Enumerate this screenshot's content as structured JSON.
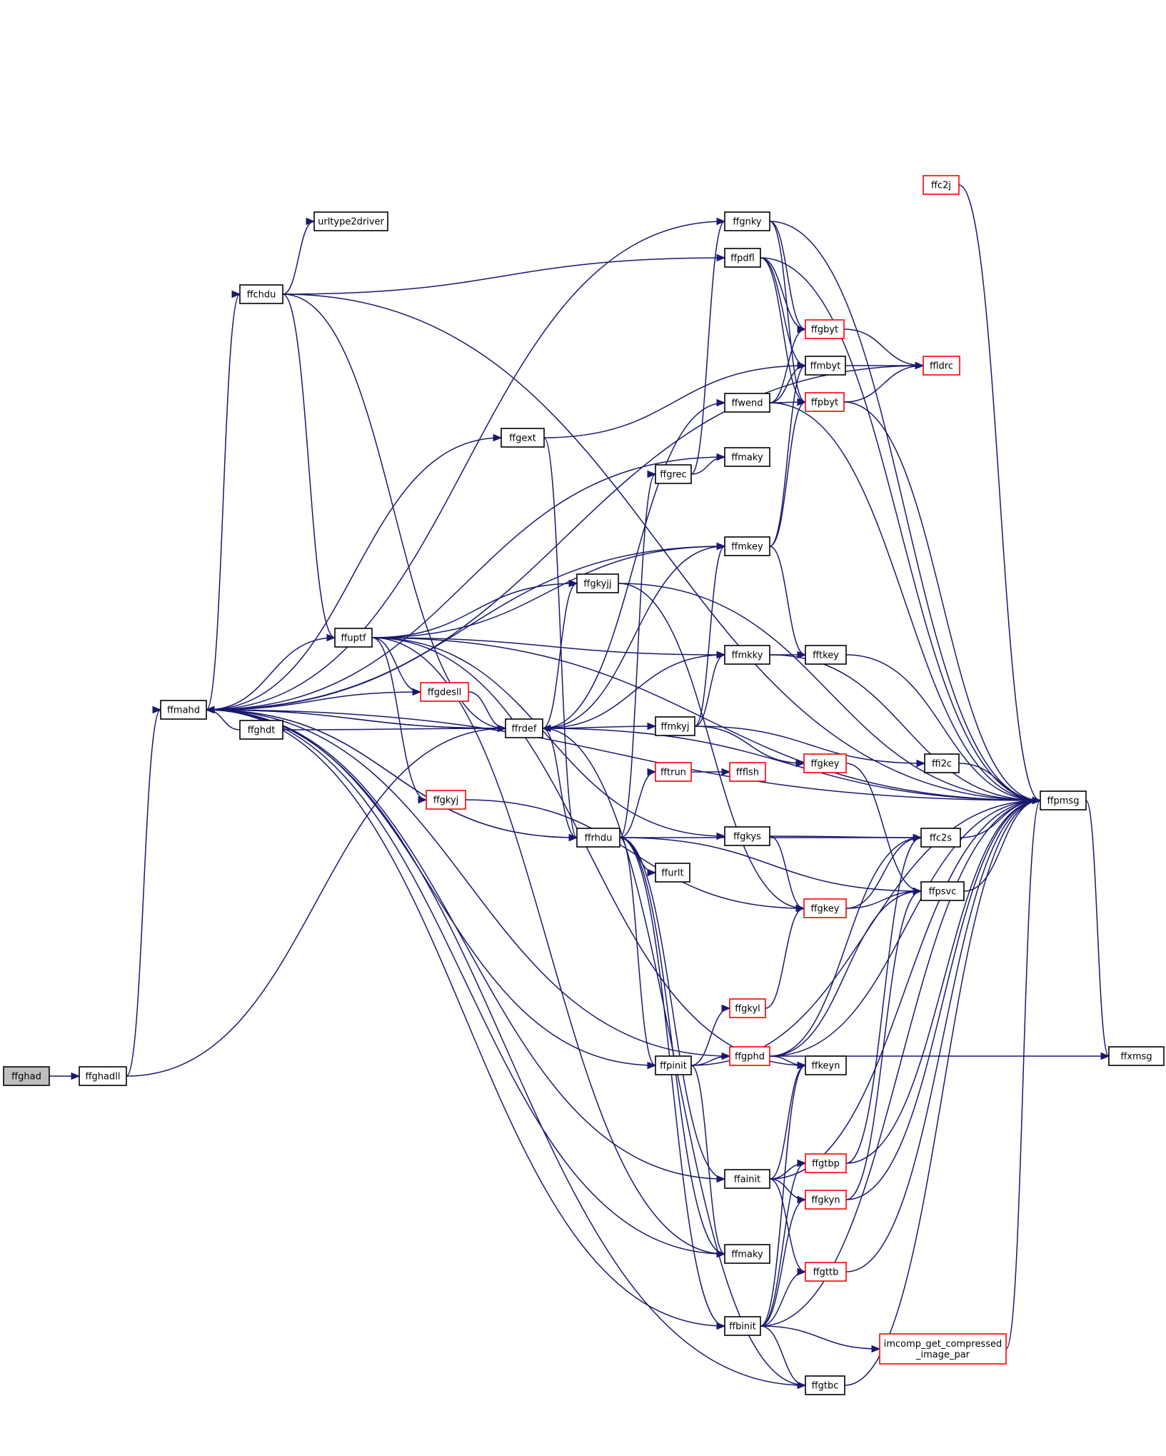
{
  "graph": {
    "nodes": [
      {
        "id": "ffghad",
        "lines": [
          "ffghad"
        ],
        "border": "black",
        "fill": "#bfbfbf"
      },
      {
        "id": "ffghadll",
        "lines": [
          "ffghadll"
        ],
        "border": "black"
      },
      {
        "id": "ffmahd",
        "lines": [
          "ffmahd"
        ],
        "border": "black"
      },
      {
        "id": "ffghdt",
        "lines": [
          "ffghdt"
        ],
        "border": "black"
      },
      {
        "id": "ffchdu",
        "lines": [
          "ffchdu"
        ],
        "border": "black"
      },
      {
        "id": "urltype2driver",
        "lines": [
          "urltype2driver"
        ],
        "border": "black"
      },
      {
        "id": "ffuptf",
        "lines": [
          "ffuptf"
        ],
        "border": "black"
      },
      {
        "id": "ffgdesll",
        "lines": [
          "ffgdesll"
        ],
        "border": "red"
      },
      {
        "id": "ffgkyj",
        "lines": [
          "ffgkyj"
        ],
        "border": "red"
      },
      {
        "id": "ffgext",
        "lines": [
          "ffgext"
        ],
        "border": "black"
      },
      {
        "id": "ffrdef",
        "lines": [
          "ffrdef"
        ],
        "border": "black"
      },
      {
        "id": "ffgkyjj",
        "lines": [
          "ffgkyjj"
        ],
        "border": "black"
      },
      {
        "id": "ffrhdu",
        "lines": [
          "ffrhdu"
        ],
        "border": "black"
      },
      {
        "id": "ffgrec",
        "lines": [
          "ffgrec"
        ],
        "border": "black"
      },
      {
        "id": "ffwend",
        "lines": [
          "ffwend"
        ],
        "border": "black"
      },
      {
        "id": "ffmaky_a",
        "lines": [
          "ffmaky"
        ],
        "border": "black"
      },
      {
        "id": "ffmkey",
        "lines": [
          "ffmkey"
        ],
        "border": "black"
      },
      {
        "id": "ffgnky",
        "lines": [
          "ffgnky"
        ],
        "border": "black"
      },
      {
        "id": "ffpdfl",
        "lines": [
          "ffpdfl"
        ],
        "border": "black"
      },
      {
        "id": "ffmkky",
        "lines": [
          "ffmkky"
        ],
        "border": "black"
      },
      {
        "id": "ffmkyj",
        "lines": [
          "ffmkyj"
        ],
        "border": "black"
      },
      {
        "id": "fftrun",
        "lines": [
          "fftrun"
        ],
        "border": "red"
      },
      {
        "id": "ffflsh",
        "lines": [
          "ffflsh"
        ],
        "border": "red"
      },
      {
        "id": "ffgkys",
        "lines": [
          "ffgkys"
        ],
        "border": "black"
      },
      {
        "id": "ffurlt",
        "lines": [
          "ffurlt"
        ],
        "border": "black"
      },
      {
        "id": "ffpinit",
        "lines": [
          "ffpinit"
        ],
        "border": "black"
      },
      {
        "id": "ffgkyl",
        "lines": [
          "ffgkyl"
        ],
        "border": "red"
      },
      {
        "id": "ffgphd",
        "lines": [
          "ffgphd"
        ],
        "border": "red"
      },
      {
        "id": "ffainit",
        "lines": [
          "ffainit"
        ],
        "border": "black"
      },
      {
        "id": "ffmaky_b",
        "lines": [
          "ffmaky"
        ],
        "border": "black"
      },
      {
        "id": "ffbinit",
        "lines": [
          "ffbinit"
        ],
        "border": "black"
      },
      {
        "id": "ffc2j",
        "lines": [
          "ffc2j"
        ],
        "border": "red"
      },
      {
        "id": "ffgbyt",
        "lines": [
          "ffgbyt"
        ],
        "border": "red"
      },
      {
        "id": "ffmbyt",
        "lines": [
          "ffmbyt"
        ],
        "border": "black"
      },
      {
        "id": "ffpbyt",
        "lines": [
          "ffpbyt"
        ],
        "border": "red"
      },
      {
        "id": "ffldrc",
        "lines": [
          "ffldrc"
        ],
        "border": "red"
      },
      {
        "id": "fftkey",
        "lines": [
          "fftkey"
        ],
        "border": "black"
      },
      {
        "id": "ffgkey_a",
        "lines": [
          "ffgkey"
        ],
        "border": "red"
      },
      {
        "id": "ffi2c",
        "lines": [
          "ffi2c"
        ],
        "border": "black"
      },
      {
        "id": "ffc2s",
        "lines": [
          "ffc2s"
        ],
        "border": "black"
      },
      {
        "id": "ffgkey_b",
        "lines": [
          "ffgkey"
        ],
        "border": "red"
      },
      {
        "id": "ffpsvc",
        "lines": [
          "ffpsvc"
        ],
        "border": "black"
      },
      {
        "id": "ffkeyn",
        "lines": [
          "ffkeyn"
        ],
        "border": "black"
      },
      {
        "id": "ffgtbp",
        "lines": [
          "ffgtbp"
        ],
        "border": "red"
      },
      {
        "id": "ffgkyn",
        "lines": [
          "ffgkyn"
        ],
        "border": "red"
      },
      {
        "id": "ffgttb",
        "lines": [
          "ffgttb"
        ],
        "border": "red"
      },
      {
        "id": "imcomp",
        "lines": [
          "imcomp_get_compressed",
          "_image_par"
        ],
        "border": "red"
      },
      {
        "id": "ffgtbc",
        "lines": [
          "ffgtbc"
        ],
        "border": "black"
      },
      {
        "id": "ffpmsg",
        "lines": [
          "ffpmsg"
        ],
        "border": "black"
      },
      {
        "id": "ffxmsg",
        "lines": [
          "ffxmsg"
        ],
        "border": "black"
      }
    ],
    "edges": [
      [
        "ffghad",
        "ffghadll"
      ],
      [
        "ffghadll",
        "ffmahd"
      ],
      [
        "ffghadll",
        "ffrdef"
      ],
      [
        "ffmahd",
        "ffchdu"
      ],
      [
        "ffmahd",
        "ffgext"
      ],
      [
        "ffmahd",
        "ffrhdu"
      ],
      [
        "ffmahd",
        "ffrdef"
      ],
      [
        "ffmahd",
        "ffpmsg"
      ],
      [
        "ffghdt",
        "ffmahd"
      ],
      [
        "ffghdt",
        "ffrdef"
      ],
      [
        "ffchdu",
        "urltype2driver"
      ],
      [
        "ffchdu",
        "ffuptf"
      ],
      [
        "ffchdu",
        "ffrdef"
      ],
      [
        "ffchdu",
        "ffpdfl"
      ],
      [
        "ffchdu",
        "ffpmsg"
      ],
      [
        "ffuptf",
        "ffgdesll"
      ],
      [
        "ffuptf",
        "ffgkyj"
      ],
      [
        "ffuptf",
        "ffgkyjj"
      ],
      [
        "ffuptf",
        "ffmkey"
      ],
      [
        "ffuptf",
        "ffmkky"
      ],
      [
        "ffuptf",
        "ffmaky_b"
      ],
      [
        "ffuptf",
        "ffgkys"
      ],
      [
        "ffuptf",
        "ffkeyn"
      ],
      [
        "ffuptf",
        "ffmahd"
      ],
      [
        "ffuptf",
        "ffpmsg"
      ],
      [
        "ffgdesll",
        "ffmahd"
      ],
      [
        "ffgdesll",
        "ffrdef"
      ],
      [
        "ffgkyj",
        "ffgkey_b"
      ],
      [
        "ffgext",
        "ffrhdu"
      ],
      [
        "ffgext",
        "ffmbyt"
      ],
      [
        "ffrdef",
        "ffmahd"
      ],
      [
        "ffrdef",
        "ffrhdu"
      ],
      [
        "ffrdef",
        "ffgkyjj"
      ],
      [
        "ffrdef",
        "ffmkyj"
      ],
      [
        "ffrdef",
        "ffmkky"
      ],
      [
        "ffrdef",
        "ffmkey"
      ],
      [
        "ffrdef",
        "ffwend"
      ],
      [
        "ffrdef",
        "ffpmsg"
      ],
      [
        "ffgkyjj",
        "ffgkey_b"
      ],
      [
        "ffgkyjj",
        "ffpmsg"
      ],
      [
        "ffrhdu",
        "ffgrec"
      ],
      [
        "ffrhdu",
        "fftrun"
      ],
      [
        "ffrhdu",
        "ffurlt"
      ],
      [
        "ffrhdu",
        "ffc2s"
      ],
      [
        "ffrhdu",
        "ffpsvc"
      ],
      [
        "ffrhdu",
        "ffpinit"
      ],
      [
        "ffrhdu",
        "ffainit"
      ],
      [
        "ffrhdu",
        "ffbinit"
      ],
      [
        "ffrhdu",
        "ffmaky_b"
      ],
      [
        "ffrhdu",
        "ffmahd"
      ],
      [
        "ffgrec",
        "ffgnky"
      ],
      [
        "ffgrec",
        "ffmaky_a"
      ],
      [
        "ffwend",
        "ffmbyt"
      ],
      [
        "ffwend",
        "ffgbyt"
      ],
      [
        "ffwend",
        "ffpbyt"
      ],
      [
        "ffwend",
        "ffpmsg"
      ],
      [
        "ffmaky_a",
        "ffmahd"
      ],
      [
        "ffmkey",
        "ffmbyt"
      ],
      [
        "ffmkey",
        "ffpbyt"
      ],
      [
        "ffmkey",
        "fftkey"
      ],
      [
        "ffmkey",
        "ffmahd"
      ],
      [
        "ffgnky",
        "ffgbyt"
      ],
      [
        "ffgnky",
        "ffpbyt"
      ],
      [
        "ffgnky",
        "ffmahd"
      ],
      [
        "ffgnky",
        "ffpmsg"
      ],
      [
        "ffpdfl",
        "ffgbyt"
      ],
      [
        "ffpdfl",
        "ffmbyt"
      ],
      [
        "ffpdfl",
        "ffpbyt"
      ],
      [
        "ffpdfl",
        "ffpmsg"
      ],
      [
        "ffmkky",
        "fftkey"
      ],
      [
        "ffmkky",
        "ffpmsg"
      ],
      [
        "ffmkyj",
        "ffmkey"
      ],
      [
        "ffmkyj",
        "ffmkky"
      ],
      [
        "ffmkyj",
        "ffgkey_a"
      ],
      [
        "ffmkyj",
        "ffi2c"
      ],
      [
        "fftrun",
        "ffflsh"
      ],
      [
        "ffgkys",
        "ffc2s"
      ],
      [
        "ffgkys",
        "ffgkey_b"
      ],
      [
        "ffpinit",
        "ffgkyl"
      ],
      [
        "ffpinit",
        "ffgphd"
      ],
      [
        "ffpinit",
        "ffmaky_b"
      ],
      [
        "ffpinit",
        "ffmahd"
      ],
      [
        "ffpinit",
        "ffpmsg"
      ],
      [
        "ffgkyl",
        "ffgkey_b"
      ],
      [
        "ffgphd",
        "ffkeyn"
      ],
      [
        "ffgphd",
        "ffpsvc"
      ],
      [
        "ffgphd",
        "ffc2s"
      ],
      [
        "ffgphd",
        "ffxmsg"
      ],
      [
        "ffgphd",
        "ffpmsg"
      ],
      [
        "ffgphd",
        "ffmahd"
      ],
      [
        "ffainit",
        "ffgtbp"
      ],
      [
        "ffainit",
        "ffgkyn"
      ],
      [
        "ffainit",
        "ffgttb"
      ],
      [
        "ffainit",
        "ffkeyn"
      ],
      [
        "ffainit",
        "ffpmsg"
      ],
      [
        "ffainit",
        "ffmahd"
      ],
      [
        "ffmaky_b",
        "ffmahd"
      ],
      [
        "ffbinit",
        "ffgtbp"
      ],
      [
        "ffbinit",
        "ffgkyn"
      ],
      [
        "ffbinit",
        "ffgttb"
      ],
      [
        "ffbinit",
        "ffkeyn"
      ],
      [
        "ffbinit",
        "imcomp"
      ],
      [
        "ffbinit",
        "ffgtbc"
      ],
      [
        "ffbinit",
        "ffpmsg"
      ],
      [
        "ffbinit",
        "ffmahd"
      ],
      [
        "ffc2j",
        "ffpmsg"
      ],
      [
        "ffgbyt",
        "ffldrc"
      ],
      [
        "ffmbyt",
        "ffldrc"
      ],
      [
        "ffpbyt",
        "ffldrc"
      ],
      [
        "ffpbyt",
        "ffpmsg"
      ],
      [
        "ffldrc",
        "ffmahd"
      ],
      [
        "fftkey",
        "ffpmsg"
      ],
      [
        "ffgkey_a",
        "ffpsvc"
      ],
      [
        "ffi2c",
        "ffpmsg"
      ],
      [
        "ffc2s",
        "ffpmsg"
      ],
      [
        "ffgkey_b",
        "ffpsvc"
      ],
      [
        "ffgkey_b",
        "ffc2s"
      ],
      [
        "ffpsvc",
        "ffpmsg"
      ],
      [
        "ffgtbp",
        "ffc2s"
      ],
      [
        "ffgtbp",
        "ffpmsg"
      ],
      [
        "ffgkyn",
        "ffpsvc"
      ],
      [
        "ffgkyn",
        "ffpmsg"
      ],
      [
        "ffgttb",
        "ffpmsg"
      ],
      [
        "imcomp",
        "ffpmsg"
      ],
      [
        "ffgtbc",
        "ffrdef"
      ],
      [
        "ffgtbc",
        "ffmahd"
      ],
      [
        "ffgtbc",
        "ffpmsg"
      ],
      [
        "ffpmsg",
        "ffxmsg"
      ]
    ]
  }
}
